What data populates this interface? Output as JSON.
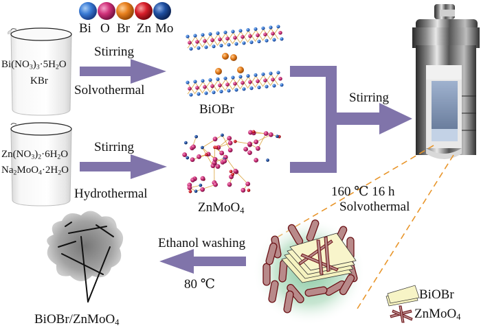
{
  "legend_atoms": {
    "items": [
      {
        "symbol": "Bi",
        "color": "#3a7bd5"
      },
      {
        "symbol": "O",
        "color": "#d0317a"
      },
      {
        "symbol": "Br",
        "color": "#e8801e"
      },
      {
        "symbol": "Zn",
        "color": "#d81e2a"
      },
      {
        "symbol": "Mo",
        "color": "#1f4fa0"
      }
    ]
  },
  "row1": {
    "beaker_line1_pre": "Bi(NO",
    "beaker_line1_sub1": "3",
    "beaker_line1_mid": ")",
    "beaker_line1_sub2": "3",
    "beaker_line1_post": "·5H",
    "beaker_line1_sub3": "2",
    "beaker_line1_end": "O",
    "beaker_line2": "KBr",
    "arrow_top": "Stirring",
    "arrow_bottom": "Solvothermal",
    "product": "BiOBr"
  },
  "row2": {
    "beaker_line1_pre": "Zn(NO",
    "beaker_line1_sub1": "3",
    "beaker_line1_mid": ")",
    "beaker_line1_sub2": "2",
    "beaker_line1_post": "·6H",
    "beaker_line1_sub3": "2",
    "beaker_line1_end": "O",
    "beaker_line2_pre": "Na",
    "beaker_line2_sub1": "2",
    "beaker_line2_mid": "MoO",
    "beaker_line2_sub2": "4",
    "beaker_line2_post": "·2H",
    "beaker_line2_sub3": "2",
    "beaker_line2_end": "O",
    "arrow_top": "Stirring",
    "arrow_bottom": "Hydrothermal",
    "product_pre": "ZnMoO",
    "product_sub": "4"
  },
  "merge": {
    "arrow_label": "Stirring"
  },
  "reaction_conditions": {
    "line1": "160 ℃  16 h",
    "line2": "Solvothermal"
  },
  "final_step": {
    "arrow_top": "Ethanol washing",
    "arrow_bottom": "80 ℃",
    "product_pre": "BiOBr/ZnMoO",
    "product_sub": "4"
  },
  "legend_materials": {
    "item1": "BiOBr",
    "item2_pre": "ZnMoO",
    "item2_sub": "4"
  },
  "colors": {
    "arrow": "#8074aa",
    "dashed_line": "#e8952a",
    "sheet_fill": "#f5f2bf",
    "rod_fill": "#b88a8a",
    "rod_stroke": "#6b1015",
    "glow": "#b8dcc4"
  }
}
